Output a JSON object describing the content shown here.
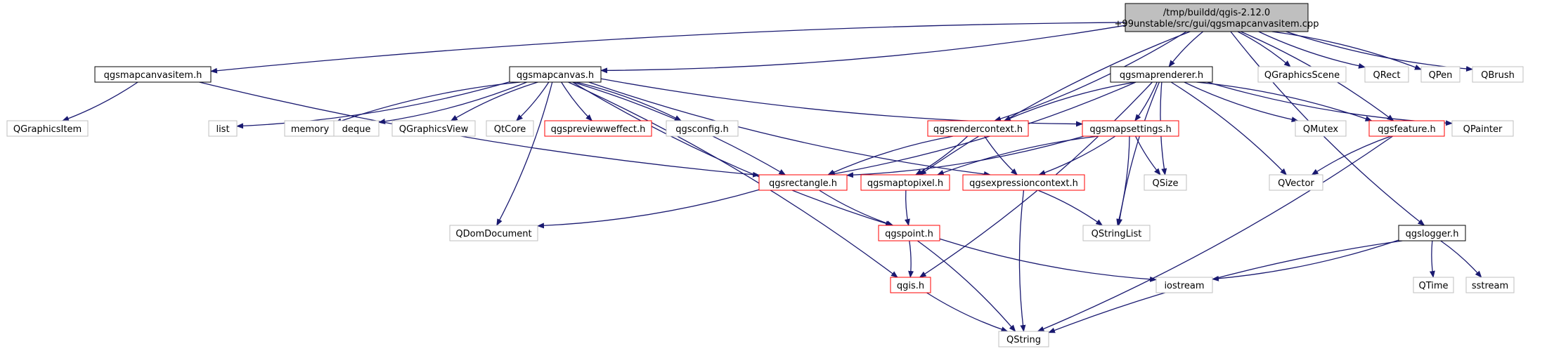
{
  "colors": {
    "root_fill": "#bfbfbf",
    "root_border": "#000000",
    "plain_border": "#000000",
    "red_border": "#ff0000",
    "grey_border": "#bfbfbf",
    "edge": "#191970",
    "text": "#000000"
  },
  "nodes": [
    {
      "id": "root",
      "lines": [
        "/tmp/buildd/qgis-2.12.0",
        "+99unstable/src/gui/qgsmapcanvasitem.cpp"
      ],
      "style": "root"
    },
    {
      "id": "qgsmapcanvasitem_h",
      "lines": [
        "qgsmapcanvasitem.h"
      ],
      "style": "plain"
    },
    {
      "id": "qgsmapcanvas_h",
      "lines": [
        "qgsmapcanvas.h"
      ],
      "style": "plain"
    },
    {
      "id": "qgsmaprenderer_h",
      "lines": [
        "qgsmaprenderer.h"
      ],
      "style": "plain"
    },
    {
      "id": "QGraphicsScene",
      "lines": [
        "QGraphicsScene"
      ],
      "style": "grey"
    },
    {
      "id": "QRect",
      "lines": [
        "QRect"
      ],
      "style": "grey"
    },
    {
      "id": "QPen",
      "lines": [
        "QPen"
      ],
      "style": "grey"
    },
    {
      "id": "QBrush",
      "lines": [
        "QBrush"
      ],
      "style": "grey"
    },
    {
      "id": "QGraphicsItem",
      "lines": [
        "QGraphicsItem"
      ],
      "style": "grey"
    },
    {
      "id": "list",
      "lines": [
        "list"
      ],
      "style": "grey"
    },
    {
      "id": "memory",
      "lines": [
        "memory"
      ],
      "style": "grey"
    },
    {
      "id": "deque",
      "lines": [
        "deque"
      ],
      "style": "grey"
    },
    {
      "id": "QGraphicsView",
      "lines": [
        "QGraphicsView"
      ],
      "style": "grey"
    },
    {
      "id": "QtCore",
      "lines": [
        "QtCore"
      ],
      "style": "grey"
    },
    {
      "id": "qgspreviewweffect_h",
      "lines": [
        "qgspreviewweffect.h"
      ],
      "style": "red"
    },
    {
      "id": "qgsconfig_h",
      "lines": [
        "qgsconfig.h"
      ],
      "style": "grey"
    },
    {
      "id": "qgsrendercontext_h",
      "lines": [
        "qgsrendercontext.h"
      ],
      "style": "red"
    },
    {
      "id": "qgsmapsettings_h",
      "lines": [
        "qgsmapsettings.h"
      ],
      "style": "red"
    },
    {
      "id": "QMutex",
      "lines": [
        "QMutex"
      ],
      "style": "grey"
    },
    {
      "id": "qgsfeature_h",
      "lines": [
        "qgsfeature.h"
      ],
      "style": "red"
    },
    {
      "id": "QPainter",
      "lines": [
        "QPainter"
      ],
      "style": "grey"
    },
    {
      "id": "qgsrectangle_h",
      "lines": [
        "qgsrectangle.h"
      ],
      "style": "red"
    },
    {
      "id": "qgsmaptopixel_h",
      "lines": [
        "qgsmaptopixel.h"
      ],
      "style": "red"
    },
    {
      "id": "qgsexpressioncontext_h",
      "lines": [
        "qgsexpressioncontext.h"
      ],
      "style": "red"
    },
    {
      "id": "QSize",
      "lines": [
        "QSize"
      ],
      "style": "grey"
    },
    {
      "id": "QVector",
      "lines": [
        "QVector"
      ],
      "style": "grey"
    },
    {
      "id": "QDomDocument",
      "lines": [
        "QDomDocument"
      ],
      "style": "grey"
    },
    {
      "id": "qgspoint_h",
      "lines": [
        "qgspoint.h"
      ],
      "style": "red"
    },
    {
      "id": "QStringList",
      "lines": [
        "QStringList"
      ],
      "style": "grey"
    },
    {
      "id": "qgslogger_h",
      "lines": [
        "qgslogger.h"
      ],
      "style": "plain"
    },
    {
      "id": "qgis_h",
      "lines": [
        "qgis.h"
      ],
      "style": "red"
    },
    {
      "id": "iostream",
      "lines": [
        "iostream"
      ],
      "style": "grey"
    },
    {
      "id": "QTime",
      "lines": [
        "QTime"
      ],
      "style": "grey"
    },
    {
      "id": "sstream",
      "lines": [
        "sstream"
      ],
      "style": "grey"
    },
    {
      "id": "QString",
      "lines": [
        "QString"
      ],
      "style": "grey"
    }
  ],
  "edges": [
    [
      "root",
      "qgsmapcanvasitem_h"
    ],
    [
      "root",
      "qgsmapcanvas_h"
    ],
    [
      "root",
      "qgsmaprenderer_h"
    ],
    [
      "root",
      "QGraphicsScene"
    ],
    [
      "root",
      "QRect"
    ],
    [
      "root",
      "QPen"
    ],
    [
      "root",
      "QBrush"
    ],
    [
      "root",
      "qgsrendercontext_h"
    ],
    [
      "root",
      "qgsmaptopixel_h"
    ],
    [
      "root",
      "qgsfeature_h"
    ],
    [
      "root",
      "qgslogger_h"
    ],
    [
      "qgsmapcanvasitem_h",
      "QGraphicsItem"
    ],
    [
      "qgsmapcanvasitem_h",
      "qgsrectangle_h"
    ],
    [
      "qgsmapcanvas_h",
      "list"
    ],
    [
      "qgsmapcanvas_h",
      "memory"
    ],
    [
      "qgsmapcanvas_h",
      "deque"
    ],
    [
      "qgsmapcanvas_h",
      "QGraphicsView"
    ],
    [
      "qgsmapcanvas_h",
      "QtCore"
    ],
    [
      "qgsmapcanvas_h",
      "qgspreviewweffect_h"
    ],
    [
      "qgsmapcanvas_h",
      "qgsconfig_h"
    ],
    [
      "qgsmapcanvas_h",
      "qgsmapsettings_h"
    ],
    [
      "qgsmapcanvas_h",
      "qgsrectangle_h"
    ],
    [
      "qgsmapcanvas_h",
      "qgsexpressioncontext_h"
    ],
    [
      "qgsmapcanvas_h",
      "QDomDocument"
    ],
    [
      "qgsmapcanvas_h",
      "qgspoint_h"
    ],
    [
      "qgsmapcanvas_h",
      "qgis_h"
    ],
    [
      "qgsmaprenderer_h",
      "qgsrendercontext_h"
    ],
    [
      "qgsmaprenderer_h",
      "qgsmapsettings_h"
    ],
    [
      "qgsmaprenderer_h",
      "QMutex"
    ],
    [
      "qgsmaprenderer_h",
      "qgsfeature_h"
    ],
    [
      "qgsmaprenderer_h",
      "QPainter"
    ],
    [
      "qgsmaprenderer_h",
      "qgsrectangle_h"
    ],
    [
      "qgsmaprenderer_h",
      "QSize"
    ],
    [
      "qgsmaprenderer_h",
      "QVector"
    ],
    [
      "qgsmaprenderer_h",
      "QStringList"
    ],
    [
      "qgsmaprenderer_h",
      "qgis_h"
    ],
    [
      "qgsrendercontext_h",
      "qgsrectangle_h"
    ],
    [
      "qgsrendercontext_h",
      "qgsmaptopixel_h"
    ],
    [
      "qgsrendercontext_h",
      "qgsexpressioncontext_h"
    ],
    [
      "qgsmapsettings_h",
      "qgsrectangle_h"
    ],
    [
      "qgsmapsettings_h",
      "qgsmaptopixel_h"
    ],
    [
      "qgsmapsettings_h",
      "qgsexpressioncontext_h"
    ],
    [
      "qgsmapsettings_h",
      "QSize"
    ],
    [
      "qgsmapsettings_h",
      "QStringList"
    ],
    [
      "qgsfeature_h",
      "QVector"
    ],
    [
      "qgsfeature_h",
      "QString"
    ],
    [
      "qgsrectangle_h",
      "qgspoint_h"
    ],
    [
      "qgsrectangle_h",
      "QDomDocument"
    ],
    [
      "qgsmaptopixel_h",
      "qgspoint_h"
    ],
    [
      "qgsexpressioncontext_h",
      "QStringList"
    ],
    [
      "qgsexpressioncontext_h",
      "QString"
    ],
    [
      "qgspoint_h",
      "qgis_h"
    ],
    [
      "qgspoint_h",
      "iostream"
    ],
    [
      "qgspoint_h",
      "QString"
    ],
    [
      "qgis_h",
      "QString"
    ],
    [
      "qgslogger_h",
      "iostream"
    ],
    [
      "qgslogger_h",
      "QTime"
    ],
    [
      "qgslogger_h",
      "sstream"
    ],
    [
      "qgslogger_h",
      "QString"
    ]
  ]
}
